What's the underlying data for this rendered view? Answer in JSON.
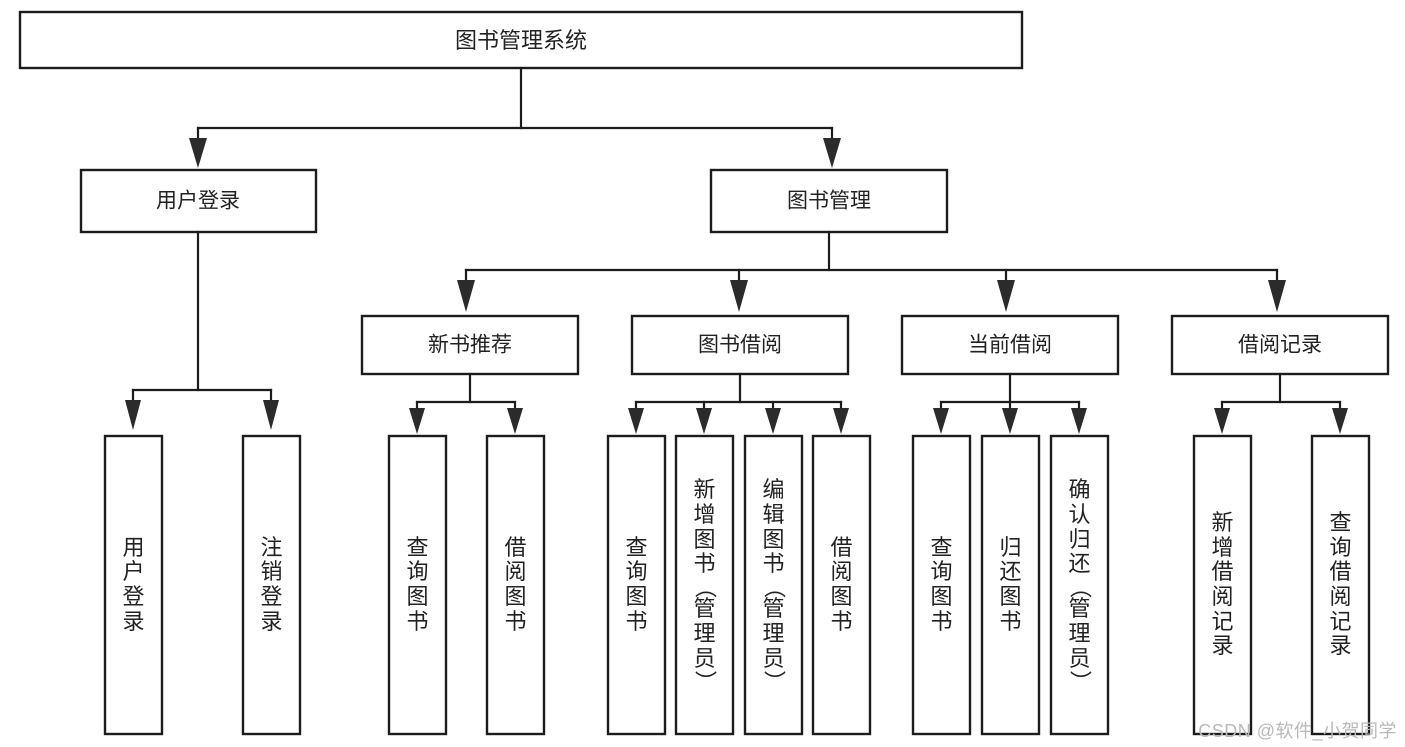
{
  "diagram": {
    "title": "图书管理系统",
    "type": "tree-hierarchy",
    "watermark": "CSDN @软件_小贺同学",
    "colors": {
      "box_stroke": "#1c1c1c",
      "box_fill": "#ffffff",
      "connector": "#1c1c1c",
      "text": "#222222",
      "watermark": "#b9b9b9"
    },
    "root": {
      "label": "图书管理系统",
      "orientation": "horizontal"
    },
    "level2": [
      {
        "label": "用户登录",
        "orientation": "horizontal"
      },
      {
        "label": "图书管理",
        "orientation": "horizontal"
      }
    ],
    "level3": [
      {
        "label": "新书推荐",
        "orientation": "horizontal"
      },
      {
        "label": "图书借阅",
        "orientation": "horizontal"
      },
      {
        "label": "当前借阅",
        "orientation": "horizontal"
      },
      {
        "label": "借阅记录",
        "orientation": "horizontal"
      }
    ],
    "leaves": {
      "user_login": [
        {
          "label": "用户登录",
          "orientation": "vertical"
        },
        {
          "label": "注销登录",
          "orientation": "vertical"
        }
      ],
      "new_book_recommend": [
        {
          "label": "查询图书",
          "orientation": "vertical"
        },
        {
          "label": "借阅图书",
          "orientation": "vertical"
        }
      ],
      "book_borrow": [
        {
          "label": "查询图书",
          "orientation": "vertical"
        },
        {
          "label": "新增图书（管理员）",
          "orientation": "vertical"
        },
        {
          "label": "编辑图书（管理员）",
          "orientation": "vertical"
        },
        {
          "label": "借阅图书",
          "orientation": "vertical"
        }
      ],
      "current_borrow": [
        {
          "label": "查询图书",
          "orientation": "vertical"
        },
        {
          "label": "归还图书",
          "orientation": "vertical"
        },
        {
          "label": "确认归还（管理员）",
          "orientation": "vertical"
        }
      ],
      "borrow_record": [
        {
          "label": "新增借阅记录",
          "orientation": "vertical"
        },
        {
          "label": "查询借阅记录",
          "orientation": "vertical"
        }
      ]
    }
  }
}
